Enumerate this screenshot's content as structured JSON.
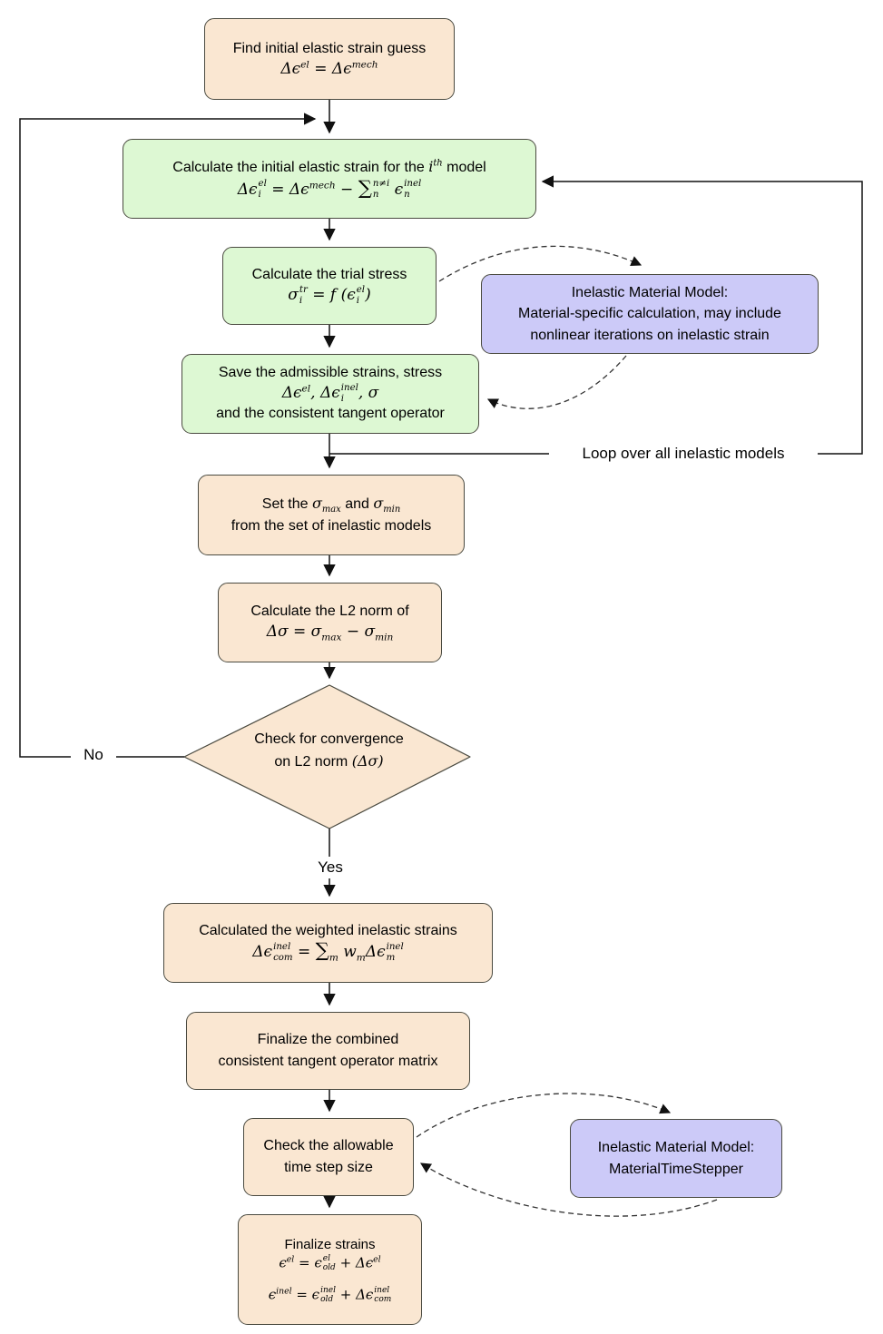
{
  "labels": {
    "no": "No",
    "yes": "Yes",
    "loop": "Loop over all inelastic models"
  },
  "colors": {
    "process_fill": "#FAE7D2",
    "inner_step_fill": "#DDF8D3",
    "material_model_fill": "#CCCAF8",
    "border": "#4A4A40",
    "arrow": "#111111"
  },
  "nodes": {
    "initial_guess": {
      "title": "Find initial elastic strain guess",
      "formula": [
        {
          "t": "Δϵ",
          "sup": "el"
        },
        {
          "t": " = "
        },
        {
          "t": "Δϵ",
          "sup": "mech"
        }
      ]
    },
    "calc_initial": {
      "title": [
        {
          "t": "Calculate the initial elastic strain for the ",
          "rm": true
        },
        {
          "t": "i",
          "sup": "th"
        },
        {
          "t": " model",
          "rm": true
        }
      ],
      "formula": [
        {
          "t": "Δϵ",
          "sup": "el",
          "sub": "i"
        },
        {
          "t": " = "
        },
        {
          "t": "Δϵ",
          "sup": "mech"
        },
        {
          "t": " − "
        },
        {
          "t": "∑",
          "big": true,
          "sup": "n≠i",
          "sub": "n"
        },
        {
          "t": " ϵ",
          "sup": "inel",
          "sub": "n"
        }
      ]
    },
    "trial_stress": {
      "title": "Calculate the trial stress",
      "formula": [
        {
          "t": "σ",
          "sup": "tr",
          "sub": "i"
        },
        {
          "t": " = "
        },
        {
          "t": "f"
        },
        {
          "t": " ("
        },
        {
          "t": "ϵ",
          "sup": "el",
          "sub": "i"
        },
        {
          "t": ")"
        }
      ]
    },
    "inelastic_model_1": {
      "line1": "Inelastic Material Model:",
      "line2": "Material-specific calculation, may include",
      "line3": "nonlinear iterations on inelastic strain"
    },
    "save": {
      "line1": "Save the admissible strains, stress",
      "formula": [
        {
          "t": "Δϵ",
          "sup": "el"
        },
        {
          "t": ", "
        },
        {
          "t": "Δϵ",
          "sup": "inel",
          "sub": "i"
        },
        {
          "t": ", "
        },
        {
          "t": "σ"
        }
      ],
      "line3": "and the consistent tangent operator"
    },
    "set_sigma": {
      "line1": [
        {
          "t": "Set the ",
          "rm": true
        },
        {
          "t": "σ",
          "sub": "max"
        },
        {
          "t": " and ",
          "rm": true
        },
        {
          "t": "σ",
          "sub": "min"
        }
      ],
      "line2": "from the set of inelastic models"
    },
    "l2norm": {
      "title": "Calculate the L2 norm of",
      "formula": [
        {
          "t": "Δσ"
        },
        {
          "t": " = "
        },
        {
          "t": "σ",
          "sub": "max"
        },
        {
          "t": " − "
        },
        {
          "t": "σ",
          "sub": "min"
        }
      ]
    },
    "convergence": {
      "line1": "Check for convergence",
      "line2": [
        {
          "t": "on L2 norm ",
          "rm": true
        },
        {
          "t": "(Δσ)"
        }
      ]
    },
    "weighted": {
      "title": "Calculated the weighted inelastic strains",
      "formula": [
        {
          "t": "Δϵ",
          "sup": "inel",
          "sub": "com"
        },
        {
          "t": " = "
        },
        {
          "t": "∑",
          "big": true,
          "sub": "m"
        },
        {
          "t": " w",
          "sub": "m"
        },
        {
          "t": "Δϵ",
          "sup": "inel",
          "sub": "m"
        }
      ]
    },
    "finalize_cto": {
      "line1": "Finalize the combined",
      "line2": "consistent tangent operator matrix"
    },
    "check_step": {
      "line1": "Check the allowable",
      "line2": "time step size"
    },
    "inelastic_model_2": {
      "line1": "Inelastic Material Model:",
      "line2": "MaterialTimeStepper"
    },
    "finalize_strains": {
      "title": "Finalize strains",
      "formula1": [
        {
          "t": "ϵ",
          "sup": "el"
        },
        {
          "t": " = "
        },
        {
          "t": "ϵ",
          "sup": "el",
          "sub": "old"
        },
        {
          "t": " + "
        },
        {
          "t": "Δϵ",
          "sup": "el"
        }
      ],
      "formula2": [
        {
          "t": "ϵ",
          "sup": "inel"
        },
        {
          "t": " = "
        },
        {
          "t": "ϵ",
          "sup": "inel",
          "sub": "old"
        },
        {
          "t": " + "
        },
        {
          "t": "Δϵ",
          "sup": "inel",
          "sub": "com"
        }
      ]
    }
  }
}
